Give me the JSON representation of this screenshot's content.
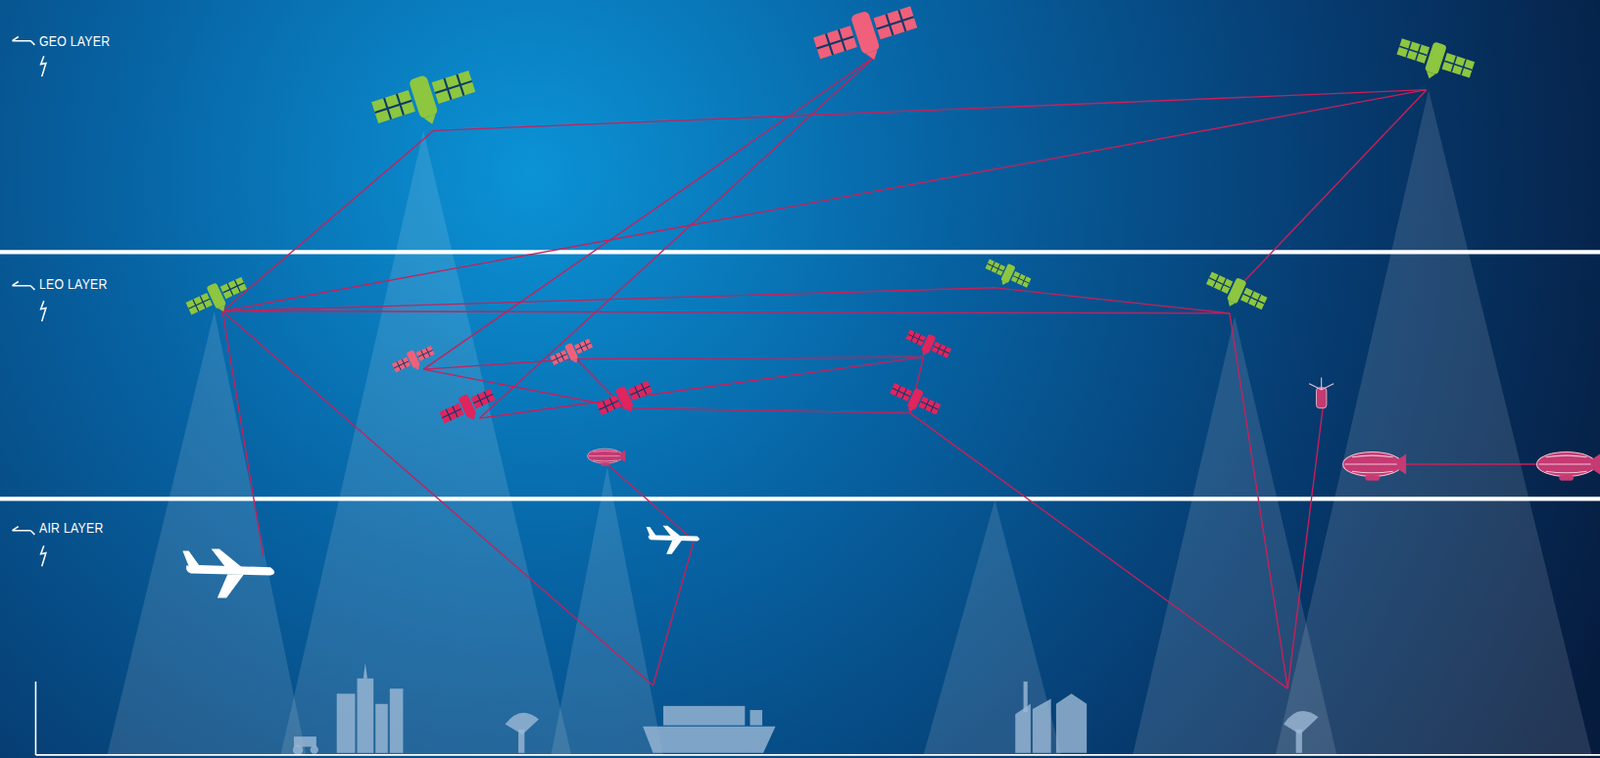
{
  "diagram": {
    "nodes": [
      {
        "text": [
          "GEO LAYER"
        ]
      },
      {
        "text": [
          "LEO LAYER"
        ]
      },
      {
        "text": [
          "AIR LAYER"
        ]
      }
    ]
  }
}
